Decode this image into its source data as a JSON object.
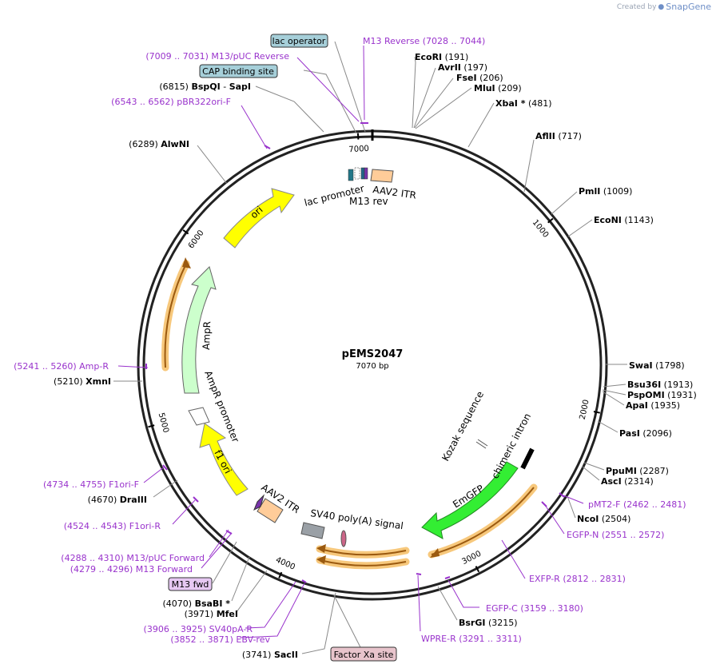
{
  "watermark": {
    "prefix": "Created by",
    "brand": "SnapGene"
  },
  "plasmid": {
    "name": "pEMS2047",
    "length_label": "7070 bp",
    "total_bp": 7070
  },
  "colors": {
    "backbone": "#222222",
    "enzyme_text": "#000000",
    "primer": "#9933cc",
    "yellow_feature": "#ffff00",
    "green_feature": "#33ee33",
    "amp_feature": "#ccffcc",
    "itr_feature": "#ffcc99",
    "orange_outline": "#f7c87c",
    "brown_arrow": "#9b5a10",
    "grey_feature": "#9aa0a6",
    "label_box_blue": "#a6cfd9",
    "label_box_purple": "#e6c8f2",
    "label_box_pink": "#e8c4cc"
  },
  "ticks": [
    {
      "pos": 1000,
      "label": "1000"
    },
    {
      "pos": 2000,
      "label": "2000"
    },
    {
      "pos": 3000,
      "label": "3000"
    },
    {
      "pos": 4000,
      "label": "4000"
    },
    {
      "pos": 5000,
      "label": "5000"
    },
    {
      "pos": 6000,
      "label": "6000"
    },
    {
      "pos": 7000,
      "label": "7000"
    }
  ],
  "enzymes": [
    {
      "name": "EcoRI",
      "pos_label": "(191)",
      "pos": 191
    },
    {
      "name": "AvrII",
      "pos_label": "(197)",
      "pos": 197
    },
    {
      "name": "FseI",
      "pos_label": "(206)",
      "pos": 206
    },
    {
      "name": "MluI",
      "pos_label": "(209)",
      "pos": 209
    },
    {
      "name": "XbaI *",
      "pos_label": "(481)",
      "pos": 481
    },
    {
      "name": "AflII",
      "pos_label": "(717)",
      "pos": 717
    },
    {
      "name": "PmlI",
      "pos_label": "(1009)",
      "pos": 1009
    },
    {
      "name": "EcoNI",
      "pos_label": "(1143)",
      "pos": 1143
    },
    {
      "name": "SwaI",
      "pos_label": "(1798)",
      "pos": 1798
    },
    {
      "name": "Bsu36I",
      "pos_label": "(1913)",
      "pos": 1913
    },
    {
      "name": "PspOMI",
      "pos_label": "(1931)",
      "pos": 1931
    },
    {
      "name": "ApaI",
      "pos_label": "(1935)",
      "pos": 1935
    },
    {
      "name": "PasI",
      "pos_label": "(2096)",
      "pos": 2096
    },
    {
      "name": "PpuMI",
      "pos_label": "(2287)",
      "pos": 2287
    },
    {
      "name": "AscI",
      "pos_label": "(2314)",
      "pos": 2314
    },
    {
      "name": "NcoI",
      "pos_label": "(2504)",
      "pos": 2504
    },
    {
      "name": "BsrGI",
      "pos_label": "(3215)",
      "pos": 3215
    },
    {
      "name": "SacII",
      "pos_label": "(3741)",
      "pos": 3741
    },
    {
      "name": "MfeI",
      "pos_label": "(3971)",
      "pos": 3971
    },
    {
      "name": "BsaBI *",
      "pos_label": "(4070)",
      "pos": 4070
    },
    {
      "name": "DraIII",
      "pos_label": "(4670)",
      "pos": 4670
    },
    {
      "name": "XmnI",
      "pos_label": "(5210)",
      "pos": 5210
    },
    {
      "name": "AlwNI",
      "pos_label": "(6289)",
      "pos": 6289
    },
    {
      "name": "BspQI",
      "name2": "SapI",
      "pos_label": "(6815)",
      "pos": 6815
    }
  ],
  "primers": [
    {
      "name": "M13 Reverse",
      "range": "(7028 .. 7044)",
      "pos": 7036
    },
    {
      "name": "M13/pUC Reverse",
      "range": "(7009 .. 7031)",
      "pos": 7020
    },
    {
      "name": "pBR322ori-F",
      "range": "(6543 .. 6562)",
      "pos": 6552
    },
    {
      "name": "pMT2-F",
      "range": "(2462 .. 2481)",
      "pos": 2471
    },
    {
      "name": "EGFP-N",
      "range": "(2551 .. 2572)",
      "pos": 2561
    },
    {
      "name": "EXFP-R",
      "range": "(2812 .. 2831)",
      "pos": 2821
    },
    {
      "name": "EGFP-C",
      "range": "(3159 .. 3180)",
      "pos": 3169
    },
    {
      "name": "WPRE-R",
      "range": "(3291 .. 3311)",
      "pos": 3301
    },
    {
      "name": "EBV-rev",
      "range": "(3852 .. 3871)",
      "pos": 3861
    },
    {
      "name": "SV40pA-R",
      "range": "(3906 .. 3925)",
      "pos": 3915
    },
    {
      "name": "M13 Forward",
      "range": "(4279 .. 4296)",
      "pos": 4287
    },
    {
      "name": "M13/pUC Forward",
      "range": "(4288 .. 4310)",
      "pos": 4299
    },
    {
      "name": "F1ori-R",
      "range": "(4524 .. 4543)",
      "pos": 4533
    },
    {
      "name": "F1ori-F",
      "range": "(4734 .. 4755)",
      "pos": 4744
    },
    {
      "name": "Amp-R",
      "range": "(5241 .. 5260)",
      "pos": 5250
    }
  ],
  "boxed_labels": [
    {
      "text": "lac operator",
      "style": "blue"
    },
    {
      "text": "CAP binding site",
      "style": "blue"
    },
    {
      "text": "M13 fwd",
      "style": "purple"
    },
    {
      "text": "Factor Xa site",
      "style": "pink"
    }
  ],
  "features": [
    {
      "name": "ori",
      "type": "yellow-arrow"
    },
    {
      "name": "AmpR",
      "type": "amp-arrow"
    },
    {
      "name": "AmpR promoter",
      "type": "white-arrow"
    },
    {
      "name": "f1 ori",
      "type": "yellow-arrow"
    },
    {
      "name": "lac promoter",
      "type": "small-box"
    },
    {
      "name": "M13 rev",
      "type": "small-box"
    },
    {
      "name": "AAV2 ITR",
      "type": "itr-box"
    },
    {
      "name": "AAV2 ITR",
      "type": "itr-box"
    },
    {
      "name": "EmGFP",
      "type": "green-arrow"
    },
    {
      "name": "chimeric intron",
      "type": "black-bar"
    },
    {
      "name": "Kozak sequence",
      "type": "tiny-mark"
    },
    {
      "name": "SV40 poly(A) signal",
      "type": "grey-box"
    }
  ]
}
